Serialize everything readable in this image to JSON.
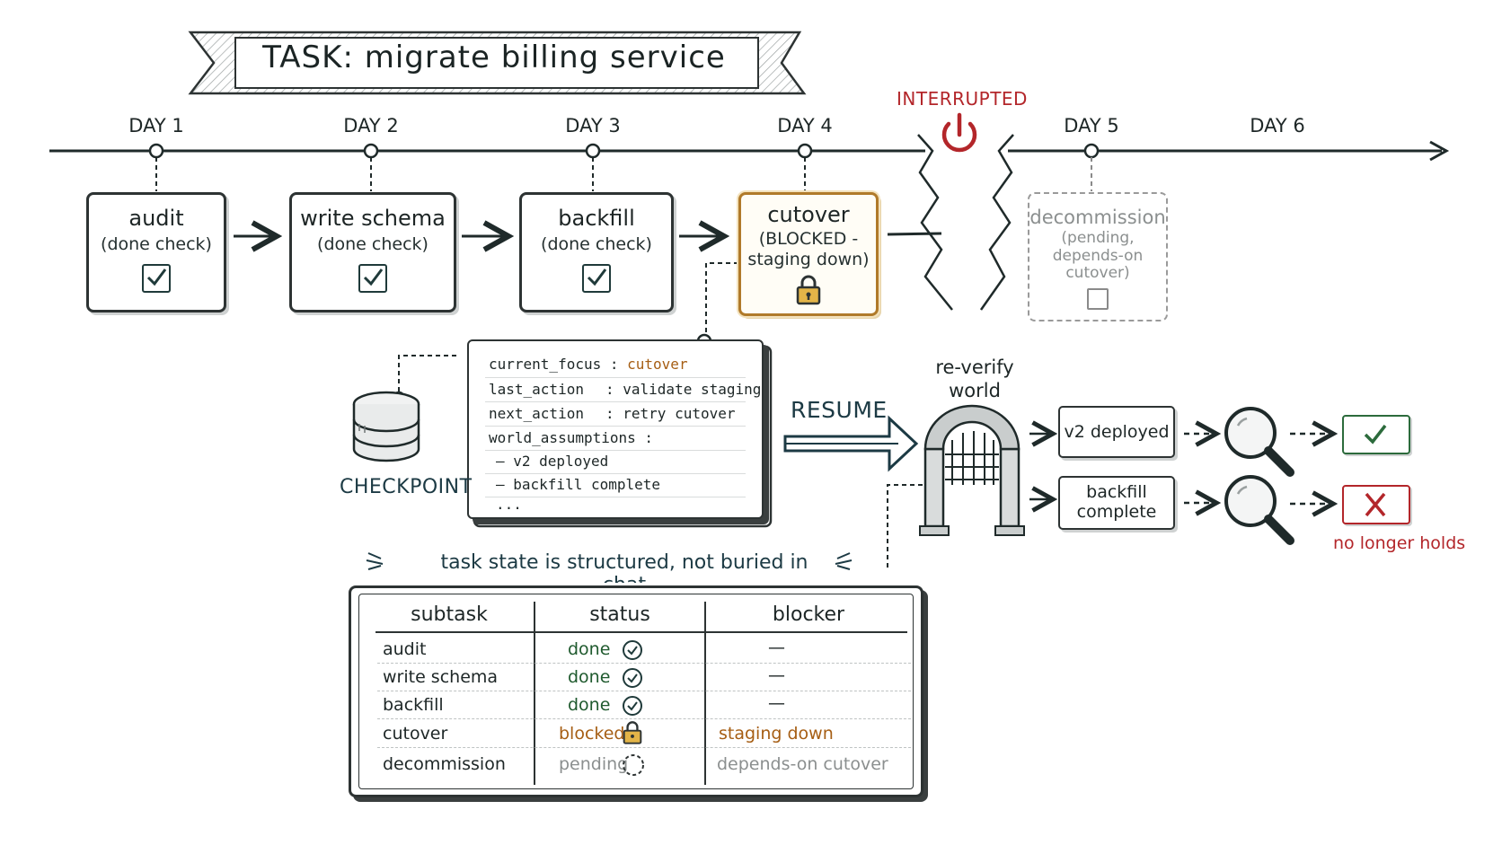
{
  "title": "TASK:  migrate billing service",
  "timeline": {
    "days": [
      "DAY 1",
      "DAY 2",
      "DAY 3",
      "DAY 4",
      "DAY 5",
      "DAY 6"
    ],
    "interrupted_label": "INTERRUPTED"
  },
  "tasks": [
    {
      "title": "audit",
      "sub": "(done check)",
      "state": "done"
    },
    {
      "title": "write schema",
      "sub": "(done check)",
      "state": "done"
    },
    {
      "title": "backfill",
      "sub": "(done check)",
      "state": "done"
    },
    {
      "title": "cutover",
      "sub_lines": [
        "(BLOCKED -",
        "staging down)"
      ],
      "state": "blocked"
    },
    {
      "title": "decommission",
      "sub_lines": [
        "(pending,",
        "depends-on",
        "cutover)"
      ],
      "state": "pending"
    }
  ],
  "checkpoint": {
    "label": "CHECKPOINT",
    "fields": [
      {
        "key": "current_focus :",
        "value": "cutover"
      },
      {
        "key": "last_action",
        "value": ":  validate staging"
      },
      {
        "key": "next_action",
        "value": ":  retry cutover"
      },
      {
        "key": "world_assumptions :",
        "value": ""
      }
    ],
    "assumptions": [
      "–  v2 deployed",
      "–  backfill complete"
    ],
    "ellipsis": "..."
  },
  "resume_label": "RESUME",
  "reverify": {
    "label": "re-verify world",
    "checks": [
      {
        "label": "v2 deployed",
        "result": "pass"
      },
      {
        "label": "backfill complete",
        "result": "fail"
      }
    ],
    "fail_note": "no longer holds"
  },
  "caption": "task state is structured, not buried in chat",
  "table": {
    "headers": [
      "subtask",
      "status",
      "blocker"
    ],
    "rows": [
      {
        "subtask": "audit",
        "status": "done",
        "blocker": "—"
      },
      {
        "subtask": "write schema",
        "status": "done",
        "blocker": "—"
      },
      {
        "subtask": "backfill",
        "status": "done",
        "blocker": "—"
      },
      {
        "subtask": "cutover",
        "status": "blocked",
        "blocker": "staging down"
      },
      {
        "subtask": "decommission",
        "status": "pending",
        "blocker": "depends-on cutover"
      }
    ]
  },
  "colors": {
    "ink": "#1f2a2a",
    "accent_orange": "#a65e14",
    "danger_red": "#b3262a",
    "done_green": "#1f5a2e",
    "muted_gray": "#8b8f8f"
  }
}
